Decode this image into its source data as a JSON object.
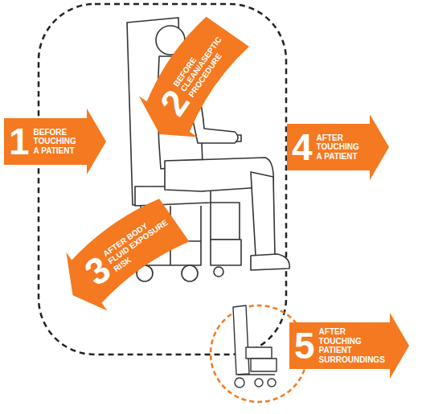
{
  "diagram": {
    "nodes": [
      {
        "text": [
          "1",
          "BEFORE TOUCHING A PATIENT"
        ]
      },
      {
        "text": [
          "2",
          "BEFORE CLEAN/ASEPTIC PROCEDURE"
        ]
      },
      {
        "text": [
          "3",
          "AFTER BODY FLUID EXPOSURE RISK"
        ]
      },
      {
        "text": [
          "4",
          "AFTER TOUCHING A PATIENT"
        ]
      },
      {
        "text": [
          "5",
          "AFTER TOUCHING PATIENT SURROUNDINGS"
        ]
      }
    ]
  }
}
